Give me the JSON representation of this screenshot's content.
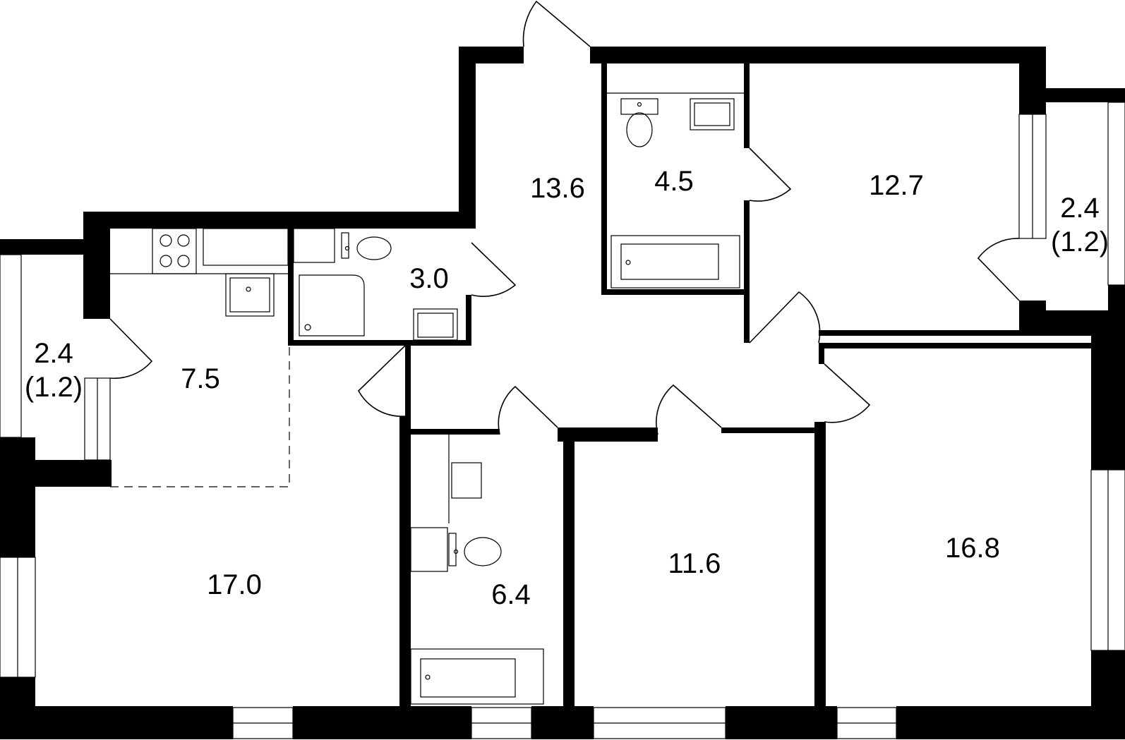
{
  "rooms": {
    "hall": "13.6",
    "bathroom_top": "4.5",
    "bedroom_top_right": "12.7",
    "balcony_right": {
      "area": "2.4",
      "sub": "(1.2)"
    },
    "shower_room": "3.0",
    "kitchen": "7.5",
    "balcony_left": {
      "area": "2.4",
      "sub": "(1.2)"
    },
    "living_room": "17.0",
    "bathroom_bottom": "6.4",
    "bedroom_middle": "11.6",
    "bedroom_bottom_right": "16.8"
  }
}
